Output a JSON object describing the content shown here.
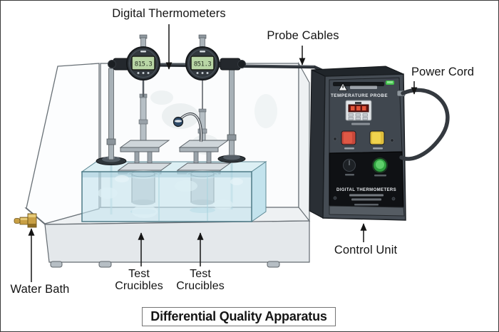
{
  "diagram": {
    "title": "Differential Quality Apparatus",
    "labels": {
      "digital_thermometers": "Digital Thermometers",
      "probe_cables": "Probe Cables",
      "power_cord": "Power Cord",
      "control_unit": "Control Unit",
      "water_bath": "Water Bath",
      "test_crucibles_left": {
        "line1": "Test",
        "line2": "Crucibles"
      },
      "test_crucibles_right": {
        "line1": "Test",
        "line2": "Crucibles"
      }
    }
  },
  "thermometers": {
    "left_reading": "815.3",
    "right_reading": "851.3"
  },
  "control_unit": {
    "panel_title": "TEMPERATURE PROBE",
    "lower_panel_title": "DIGITAL THERMOMETERS"
  },
  "icons": {
    "annotation_arrow": "arrow",
    "warning": "warning-triangle",
    "power_knob": "power-knob",
    "status_led": "green-led"
  },
  "colors": {
    "label_text": "#141414",
    "water": "#c5e4ee",
    "water_surface": "#dceff4",
    "unit_body": "#454c54",
    "unit_panel_dark": "#0f1114",
    "button_red": "#c8473a",
    "button_yellow": "#dfbe3c",
    "led_green": "#43c24c",
    "brass": "#c9a044"
  }
}
